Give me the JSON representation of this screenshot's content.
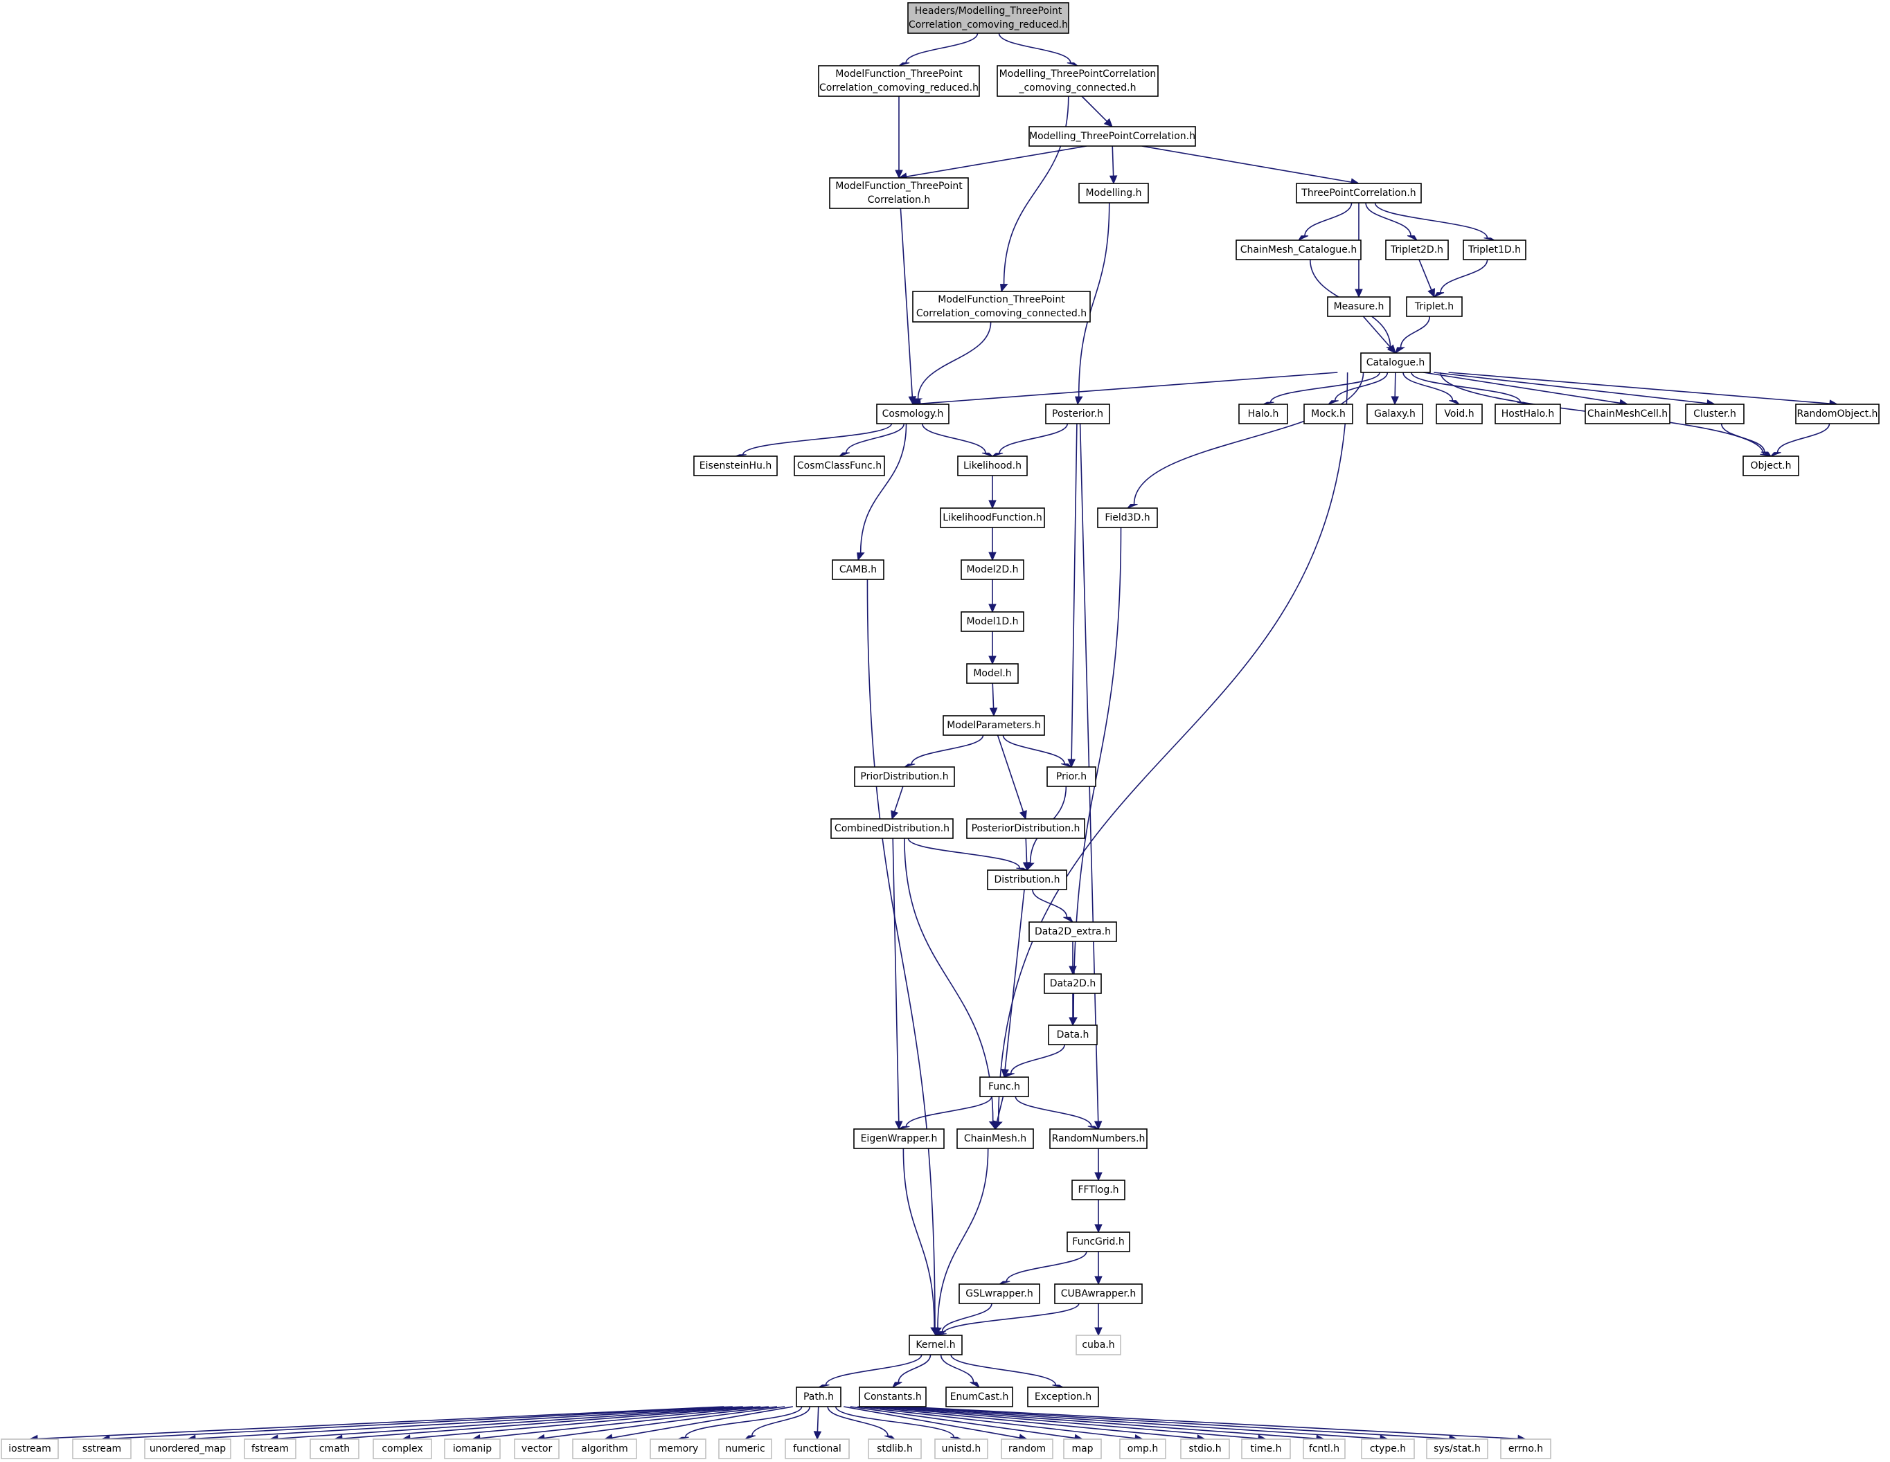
{
  "diagram": {
    "colors": {
      "edge": "#191970",
      "root_fill": "#bfbfbf",
      "sys_border": "#bfbfbf",
      "node_border": "#000000"
    },
    "nodes": [
      {
        "id": "root",
        "lines": [
          "Headers/Modelling_ThreePoint",
          "Correlation_comoving_reduced.h"
        ],
        "kind": "root"
      },
      {
        "id": "mf_red",
        "lines": [
          "ModelFunction_ThreePoint",
          "Correlation_comoving_reduced.h"
        ]
      },
      {
        "id": "m3pc_conn",
        "lines": [
          "Modelling_ThreePointCorrelation",
          "_comoving_connected.h"
        ]
      },
      {
        "id": "m3pc",
        "lines": [
          "Modelling_ThreePointCorrelation.h"
        ]
      },
      {
        "id": "mf3pc",
        "lines": [
          "ModelFunction_ThreePoint",
          "Correlation.h"
        ]
      },
      {
        "id": "modelling",
        "lines": [
          "Modelling.h"
        ]
      },
      {
        "id": "tpc",
        "lines": [
          "ThreePointCorrelation.h"
        ]
      },
      {
        "id": "cmcat",
        "lines": [
          "ChainMesh_Catalogue.h"
        ]
      },
      {
        "id": "triplet2d",
        "lines": [
          "Triplet2D.h"
        ]
      },
      {
        "id": "triplet1d",
        "lines": [
          "Triplet1D.h"
        ]
      },
      {
        "id": "mf_conn",
        "lines": [
          "ModelFunction_ThreePoint",
          "Correlation_comoving_connected.h"
        ]
      },
      {
        "id": "measure",
        "lines": [
          "Measure.h"
        ]
      },
      {
        "id": "triplet",
        "lines": [
          "Triplet.h"
        ]
      },
      {
        "id": "catalogue",
        "lines": [
          "Catalogue.h"
        ]
      },
      {
        "id": "cosmology",
        "lines": [
          "Cosmology.h"
        ]
      },
      {
        "id": "posterior",
        "lines": [
          "Posterior.h"
        ]
      },
      {
        "id": "halo",
        "lines": [
          "Halo.h"
        ]
      },
      {
        "id": "mock",
        "lines": [
          "Mock.h"
        ]
      },
      {
        "id": "galaxy",
        "lines": [
          "Galaxy.h"
        ]
      },
      {
        "id": "void",
        "lines": [
          "Void.h"
        ]
      },
      {
        "id": "hosthalo",
        "lines": [
          "HostHalo.h"
        ]
      },
      {
        "id": "chainmeshcell",
        "lines": [
          "ChainMeshCell.h"
        ]
      },
      {
        "id": "cluster",
        "lines": [
          "Cluster.h"
        ]
      },
      {
        "id": "randomobject",
        "lines": [
          "RandomObject.h"
        ]
      },
      {
        "id": "object",
        "lines": [
          "Object.h"
        ]
      },
      {
        "id": "eisenstein",
        "lines": [
          "EisensteinHu.h"
        ]
      },
      {
        "id": "cosmclass",
        "lines": [
          "CosmClassFunc.h"
        ]
      },
      {
        "id": "likelihood",
        "lines": [
          "Likelihood.h"
        ]
      },
      {
        "id": "field3d",
        "lines": [
          "Field3D.h"
        ]
      },
      {
        "id": "likefunc",
        "lines": [
          "LikelihoodFunction.h"
        ]
      },
      {
        "id": "camb",
        "lines": [
          "CAMB.h"
        ]
      },
      {
        "id": "model2d",
        "lines": [
          "Model2D.h"
        ]
      },
      {
        "id": "model1d",
        "lines": [
          "Model1D.h"
        ]
      },
      {
        "id": "model",
        "lines": [
          "Model.h"
        ]
      },
      {
        "id": "modelparams",
        "lines": [
          "ModelParameters.h"
        ]
      },
      {
        "id": "priordist",
        "lines": [
          "PriorDistribution.h"
        ]
      },
      {
        "id": "prior",
        "lines": [
          "Prior.h"
        ]
      },
      {
        "id": "combdist",
        "lines": [
          "CombinedDistribution.h"
        ]
      },
      {
        "id": "postdist",
        "lines": [
          "PosteriorDistribution.h"
        ]
      },
      {
        "id": "distribution",
        "lines": [
          "Distribution.h"
        ]
      },
      {
        "id": "data2dx",
        "lines": [
          "Data2D_extra.h"
        ]
      },
      {
        "id": "data2d",
        "lines": [
          "Data2D.h"
        ]
      },
      {
        "id": "data",
        "lines": [
          "Data.h"
        ]
      },
      {
        "id": "func",
        "lines": [
          "Func.h"
        ]
      },
      {
        "id": "eigen",
        "lines": [
          "EigenWrapper.h"
        ]
      },
      {
        "id": "chainmesh",
        "lines": [
          "ChainMesh.h"
        ]
      },
      {
        "id": "randnum",
        "lines": [
          "RandomNumbers.h"
        ]
      },
      {
        "id": "fftlog",
        "lines": [
          "FFTlog.h"
        ]
      },
      {
        "id": "funcgrid",
        "lines": [
          "FuncGrid.h"
        ]
      },
      {
        "id": "gsl",
        "lines": [
          "GSLwrapper.h"
        ]
      },
      {
        "id": "cuba_w",
        "lines": [
          "CUBAwrapper.h"
        ]
      },
      {
        "id": "cuba",
        "lines": [
          "cuba.h"
        ],
        "kind": "sys"
      },
      {
        "id": "kernel",
        "lines": [
          "Kernel.h"
        ]
      },
      {
        "id": "path",
        "lines": [
          "Path.h"
        ]
      },
      {
        "id": "constants",
        "lines": [
          "Constants.h"
        ]
      },
      {
        "id": "enumcast",
        "lines": [
          "EnumCast.h"
        ]
      },
      {
        "id": "exception",
        "lines": [
          "Exception.h"
        ]
      },
      {
        "id": "iostream",
        "lines": [
          "iostream"
        ],
        "kind": "sys"
      },
      {
        "id": "sstream",
        "lines": [
          "sstream"
        ],
        "kind": "sys"
      },
      {
        "id": "unordered_map",
        "lines": [
          "unordered_map"
        ],
        "kind": "sys"
      },
      {
        "id": "fstream",
        "lines": [
          "fstream"
        ],
        "kind": "sys"
      },
      {
        "id": "cmath",
        "lines": [
          "cmath"
        ],
        "kind": "sys"
      },
      {
        "id": "complex",
        "lines": [
          "complex"
        ],
        "kind": "sys"
      },
      {
        "id": "iomanip",
        "lines": [
          "iomanip"
        ],
        "kind": "sys"
      },
      {
        "id": "vector",
        "lines": [
          "vector"
        ],
        "kind": "sys"
      },
      {
        "id": "algorithm",
        "lines": [
          "algorithm"
        ],
        "kind": "sys"
      },
      {
        "id": "memory",
        "lines": [
          "memory"
        ],
        "kind": "sys"
      },
      {
        "id": "numeric",
        "lines": [
          "numeric"
        ],
        "kind": "sys"
      },
      {
        "id": "functional",
        "lines": [
          "functional"
        ],
        "kind": "sys"
      },
      {
        "id": "stdlib",
        "lines": [
          "stdlib.h"
        ],
        "kind": "sys"
      },
      {
        "id": "unistd",
        "lines": [
          "unistd.h"
        ],
        "kind": "sys"
      },
      {
        "id": "random",
        "lines": [
          "random"
        ],
        "kind": "sys"
      },
      {
        "id": "map",
        "lines": [
          "map"
        ],
        "kind": "sys"
      },
      {
        "id": "omp",
        "lines": [
          "omp.h"
        ],
        "kind": "sys"
      },
      {
        "id": "stdio",
        "lines": [
          "stdio.h"
        ],
        "kind": "sys"
      },
      {
        "id": "time",
        "lines": [
          "time.h"
        ],
        "kind": "sys"
      },
      {
        "id": "fcntl",
        "lines": [
          "fcntl.h"
        ],
        "kind": "sys"
      },
      {
        "id": "ctype",
        "lines": [
          "ctype.h"
        ],
        "kind": "sys"
      },
      {
        "id": "sysstat",
        "lines": [
          "sys/stat.h"
        ],
        "kind": "sys"
      },
      {
        "id": "errno",
        "lines": [
          "errno.h"
        ],
        "kind": "sys"
      }
    ],
    "edges": [
      [
        "root",
        "mf_red"
      ],
      [
        "root",
        "m3pc_conn"
      ],
      [
        "mf_red",
        "mf3pc"
      ],
      [
        "m3pc_conn",
        "m3pc"
      ],
      [
        "m3pc_conn",
        "mf_conn"
      ],
      [
        "m3pc",
        "mf3pc"
      ],
      [
        "m3pc",
        "modelling"
      ],
      [
        "m3pc",
        "tpc"
      ],
      [
        "mf3pc",
        "cosmology"
      ],
      [
        "modelling",
        "posterior"
      ],
      [
        "tpc",
        "cmcat"
      ],
      [
        "tpc",
        "measure"
      ],
      [
        "tpc",
        "triplet2d"
      ],
      [
        "tpc",
        "triplet1d"
      ],
      [
        "cmcat",
        "catalogue"
      ],
      [
        "measure",
        "catalogue"
      ],
      [
        "triplet2d",
        "triplet"
      ],
      [
        "triplet1d",
        "triplet"
      ],
      [
        "triplet",
        "catalogue"
      ],
      [
        "mf_conn",
        "cosmology"
      ],
      [
        "catalogue",
        "cosmology"
      ],
      [
        "catalogue",
        "field3d"
      ],
      [
        "catalogue",
        "chainmesh"
      ],
      [
        "catalogue",
        "halo"
      ],
      [
        "catalogue",
        "mock"
      ],
      [
        "catalogue",
        "galaxy"
      ],
      [
        "catalogue",
        "void"
      ],
      [
        "catalogue",
        "hosthalo"
      ],
      [
        "catalogue",
        "chainmeshcell"
      ],
      [
        "catalogue",
        "cluster"
      ],
      [
        "catalogue",
        "object"
      ],
      [
        "catalogue",
        "randomobject"
      ],
      [
        "cluster",
        "object"
      ],
      [
        "randomobject",
        "object"
      ],
      [
        "cosmology",
        "eisenstein"
      ],
      [
        "cosmology",
        "cosmclass"
      ],
      [
        "cosmology",
        "likelihood"
      ],
      [
        "cosmology",
        "camb"
      ],
      [
        "posterior",
        "likelihood"
      ],
      [
        "posterior",
        "prior"
      ],
      [
        "posterior",
        "randnum"
      ],
      [
        "likelihood",
        "likefunc"
      ],
      [
        "likefunc",
        "model2d"
      ],
      [
        "model2d",
        "model1d"
      ],
      [
        "model1d",
        "model"
      ],
      [
        "model",
        "modelparams"
      ],
      [
        "modelparams",
        "priordist"
      ],
      [
        "modelparams",
        "prior"
      ],
      [
        "modelparams",
        "postdist"
      ],
      [
        "priordist",
        "combdist"
      ],
      [
        "prior",
        "distribution"
      ],
      [
        "postdist",
        "distribution"
      ],
      [
        "combdist",
        "distribution"
      ],
      [
        "combdist",
        "eigen"
      ],
      [
        "combdist",
        "chainmesh"
      ],
      [
        "distribution",
        "data2dx"
      ],
      [
        "distribution",
        "func"
      ],
      [
        "data2dx",
        "data2d"
      ],
      [
        "data2d",
        "data"
      ],
      [
        "field3d",
        "data"
      ],
      [
        "data",
        "func"
      ],
      [
        "func",
        "eigen"
      ],
      [
        "func",
        "chainmesh"
      ],
      [
        "func",
        "randnum"
      ],
      [
        "camb",
        "kernel"
      ],
      [
        "eigen",
        "kernel"
      ],
      [
        "chainmesh",
        "kernel"
      ],
      [
        "randnum",
        "fftlog"
      ],
      [
        "fftlog",
        "funcgrid"
      ],
      [
        "funcgrid",
        "gsl"
      ],
      [
        "funcgrid",
        "cuba_w"
      ],
      [
        "gsl",
        "kernel"
      ],
      [
        "cuba_w",
        "kernel"
      ],
      [
        "cuba_w",
        "cuba"
      ],
      [
        "kernel",
        "path"
      ],
      [
        "kernel",
        "constants"
      ],
      [
        "kernel",
        "enumcast"
      ],
      [
        "kernel",
        "exception"
      ],
      [
        "path",
        "iostream"
      ],
      [
        "path",
        "sstream"
      ],
      [
        "path",
        "unordered_map"
      ],
      [
        "path",
        "fstream"
      ],
      [
        "path",
        "cmath"
      ],
      [
        "path",
        "complex"
      ],
      [
        "path",
        "iomanip"
      ],
      [
        "path",
        "vector"
      ],
      [
        "path",
        "algorithm"
      ],
      [
        "path",
        "memory"
      ],
      [
        "path",
        "numeric"
      ],
      [
        "path",
        "functional"
      ],
      [
        "path",
        "stdlib"
      ],
      [
        "path",
        "unistd"
      ],
      [
        "path",
        "random"
      ],
      [
        "path",
        "map"
      ],
      [
        "path",
        "omp"
      ],
      [
        "path",
        "stdio"
      ],
      [
        "path",
        "time"
      ],
      [
        "path",
        "fcntl"
      ],
      [
        "path",
        "ctype"
      ],
      [
        "path",
        "sysstat"
      ],
      [
        "path",
        "errno"
      ]
    ]
  }
}
